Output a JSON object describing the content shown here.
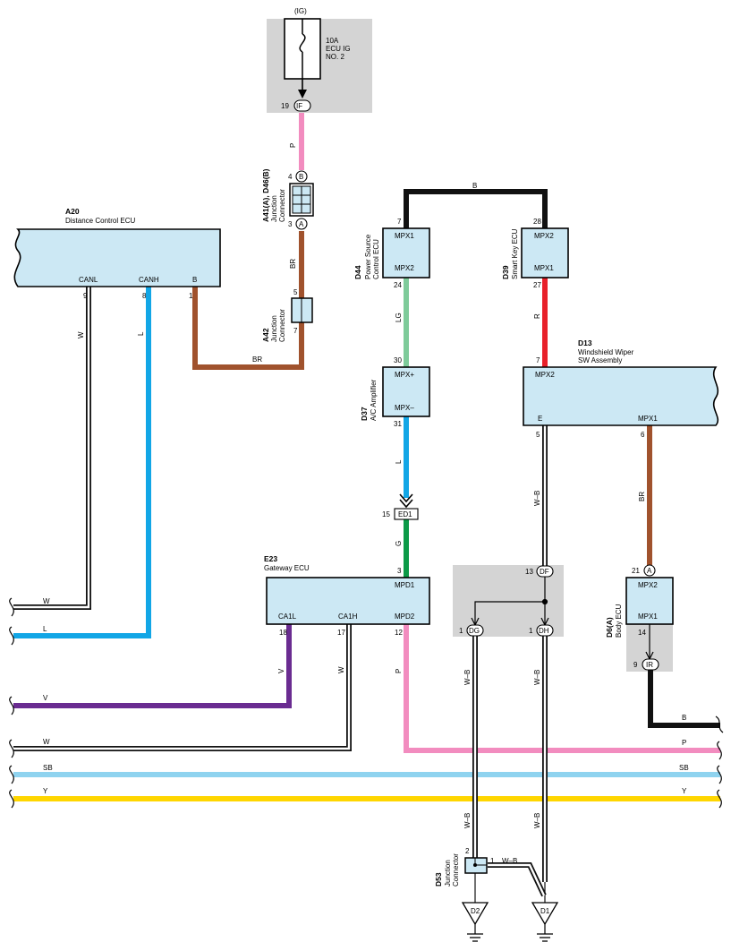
{
  "fuse": {
    "tag": "(IG)",
    "rating": "10A",
    "name1": "ECU IG",
    "name2": "NO. 2",
    "conn_pin": "19",
    "conn": "IF"
  },
  "components": {
    "a20": {
      "code": "A20",
      "name": "Distance Control ECU",
      "pin_canl": "CANL",
      "pin_canh": "CANH",
      "pin_b": "B",
      "n_canl": "9",
      "n_canh": "8",
      "n_b": "1"
    },
    "a41": {
      "code": "A41(A), D46(B)",
      "name1": "Junction",
      "name2": "Connector",
      "pin_top": "4",
      "pin_bot": "3",
      "conn_top": "B",
      "conn_bot": "A"
    },
    "a42": {
      "code": "A42",
      "name1": "Junction",
      "name2": "Connector",
      "pin_top": "5",
      "pin_bot": "7"
    },
    "d44": {
      "code": "D44",
      "name1": "Power Source",
      "name2": "Control ECU",
      "t1": "MPX1",
      "t2": "MPX2",
      "n1": "7",
      "n2": "24"
    },
    "d39": {
      "code": "D39",
      "name": "Smart Key ECU",
      "t1": "MPX2",
      "t2": "MPX1",
      "n1": "28",
      "n2": "27"
    },
    "d13": {
      "code": "D13",
      "name1": "Windshield Wiper",
      "name2": "SW Assembly",
      "t1": "MPX2",
      "t_e": "E",
      "t_mpx1": "MPX1",
      "n1": "7",
      "n_e": "5",
      "n_mpx1": "6"
    },
    "d37": {
      "code": "D37",
      "name": "A/C Amplifier",
      "t1": "MPX+",
      "t2": "MPX–",
      "n1": "30",
      "n2": "31"
    },
    "ed1": {
      "pin": "15",
      "name": "ED1"
    },
    "e23": {
      "code": "E23",
      "name": "Gateway ECU",
      "t_mpd1": "MPD1",
      "t_ca1l": "CA1L",
      "t_ca1h": "CA1H",
      "t_mpd2": "MPD2",
      "n_mpd1": "3",
      "n_ca1l": "18",
      "n_ca1h": "17",
      "n_mpd2": "12"
    },
    "df": {
      "pin_df": "13",
      "df": "DF",
      "pin_dg": "1",
      "dg": "DG",
      "pin_dh": "1",
      "dh": "DH"
    },
    "d6": {
      "code": "D6(A)",
      "name": "Body ECU",
      "t1": "MPX2",
      "t2": "MPX1",
      "n1": "21",
      "n2": "14",
      "conn_a": "A",
      "pin_ir": "9",
      "ir": "IR"
    },
    "d53": {
      "code": "D53",
      "name1": "Junction",
      "name2": "Connector",
      "pin2": "2",
      "pin1": "1"
    },
    "grounds": {
      "d2": "D2",
      "d1": "D1"
    }
  },
  "wires": {
    "p": "P",
    "br": "BR",
    "b": "B",
    "lg": "LG",
    "r": "R",
    "w": "W",
    "l": "L",
    "g": "G",
    "wb": "W–B",
    "v": "V",
    "sb": "SB",
    "y": "Y"
  },
  "colors": {
    "P": "#f28cbf",
    "BR": "#a0522d",
    "B": "#111111",
    "LG": "#7ecb9a",
    "R": "#e8202a",
    "L": "#12a6e6",
    "G": "#0b9a47",
    "V": "#6a2c91",
    "SB": "#8fd3ef",
    "Y": "#ffd600",
    "W": "#ffffff",
    "box": "#cce8f4",
    "shade": "#d4d4d4"
  }
}
